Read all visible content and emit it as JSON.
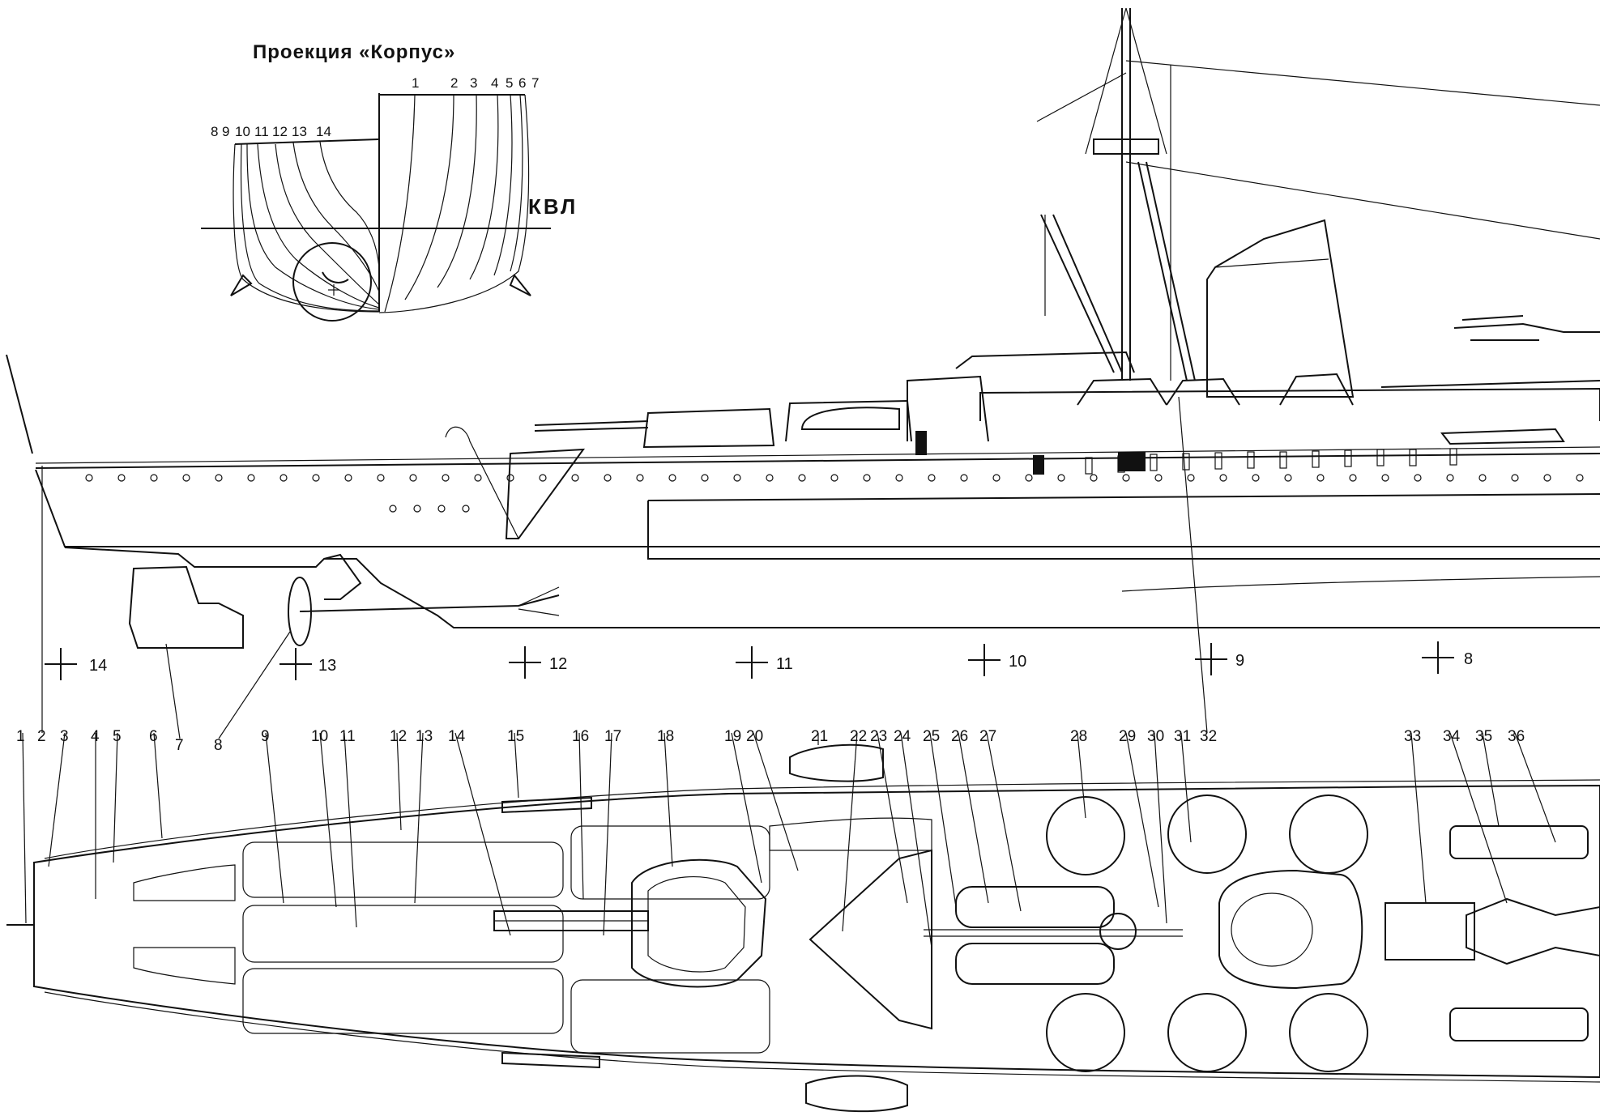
{
  "section_view": {
    "title": "Проекция «Корпус»",
    "waterline_label": "КВЛ",
    "stern_frame_labels": [
      "8",
      "9",
      "10",
      "11",
      "12",
      "13",
      "14"
    ],
    "bow_frame_labels": [
      "1",
      "2",
      "3",
      "4",
      "5",
      "6",
      "7"
    ]
  },
  "stations": [
    "14",
    "13",
    "12",
    "11",
    "10",
    "9",
    "8"
  ],
  "callouts": [
    "1",
    "2",
    "3",
    "4",
    "5",
    "6",
    "7",
    "8",
    "9",
    "10",
    "11",
    "12",
    "13",
    "14",
    "15",
    "16",
    "17",
    "18",
    "19",
    "20",
    "21",
    "22",
    "23",
    "24",
    "25",
    "26",
    "27",
    "28",
    "29",
    "30",
    "31",
    "32",
    "33",
    "34",
    "35",
    "36"
  ]
}
